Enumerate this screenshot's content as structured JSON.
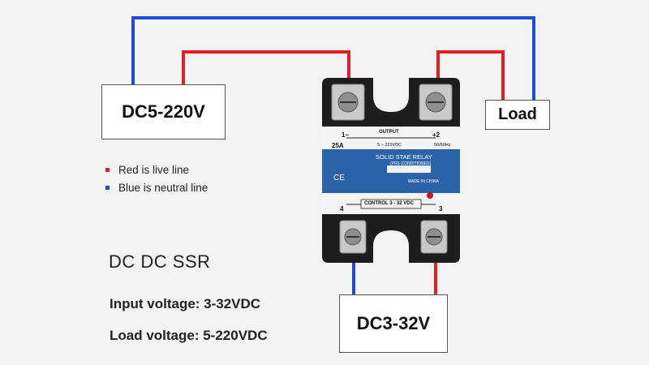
{
  "colors": {
    "live": "#e01f26",
    "neutral": "#1c4fd6",
    "panel": "#2b63a8"
  },
  "boxes": {
    "source": "DC5-220V",
    "load": "Load",
    "control": "DC3-32V"
  },
  "legend": {
    "red": "Red is live line",
    "blue": "Blue is neutral line"
  },
  "info": {
    "title": "DC DC SSR",
    "input": "Input voltage: 3-32VDC",
    "load": "Load voltage: 5-220VDC"
  },
  "relay": {
    "output_label": "OUTPUT",
    "term1": "1~",
    "term2": "+2",
    "rating": "25A",
    "dc_range": "5 ~ 220VDC",
    "freq": "50/60Hz",
    "name": "SOLID STAE RELAY",
    "sub": "(PRE-CONDITIONED)",
    "ce": "CE",
    "made": "MADE IN CHINA",
    "control": "CONTROL 3 - 32 VDC",
    "term4": "4",
    "term3": "3"
  }
}
